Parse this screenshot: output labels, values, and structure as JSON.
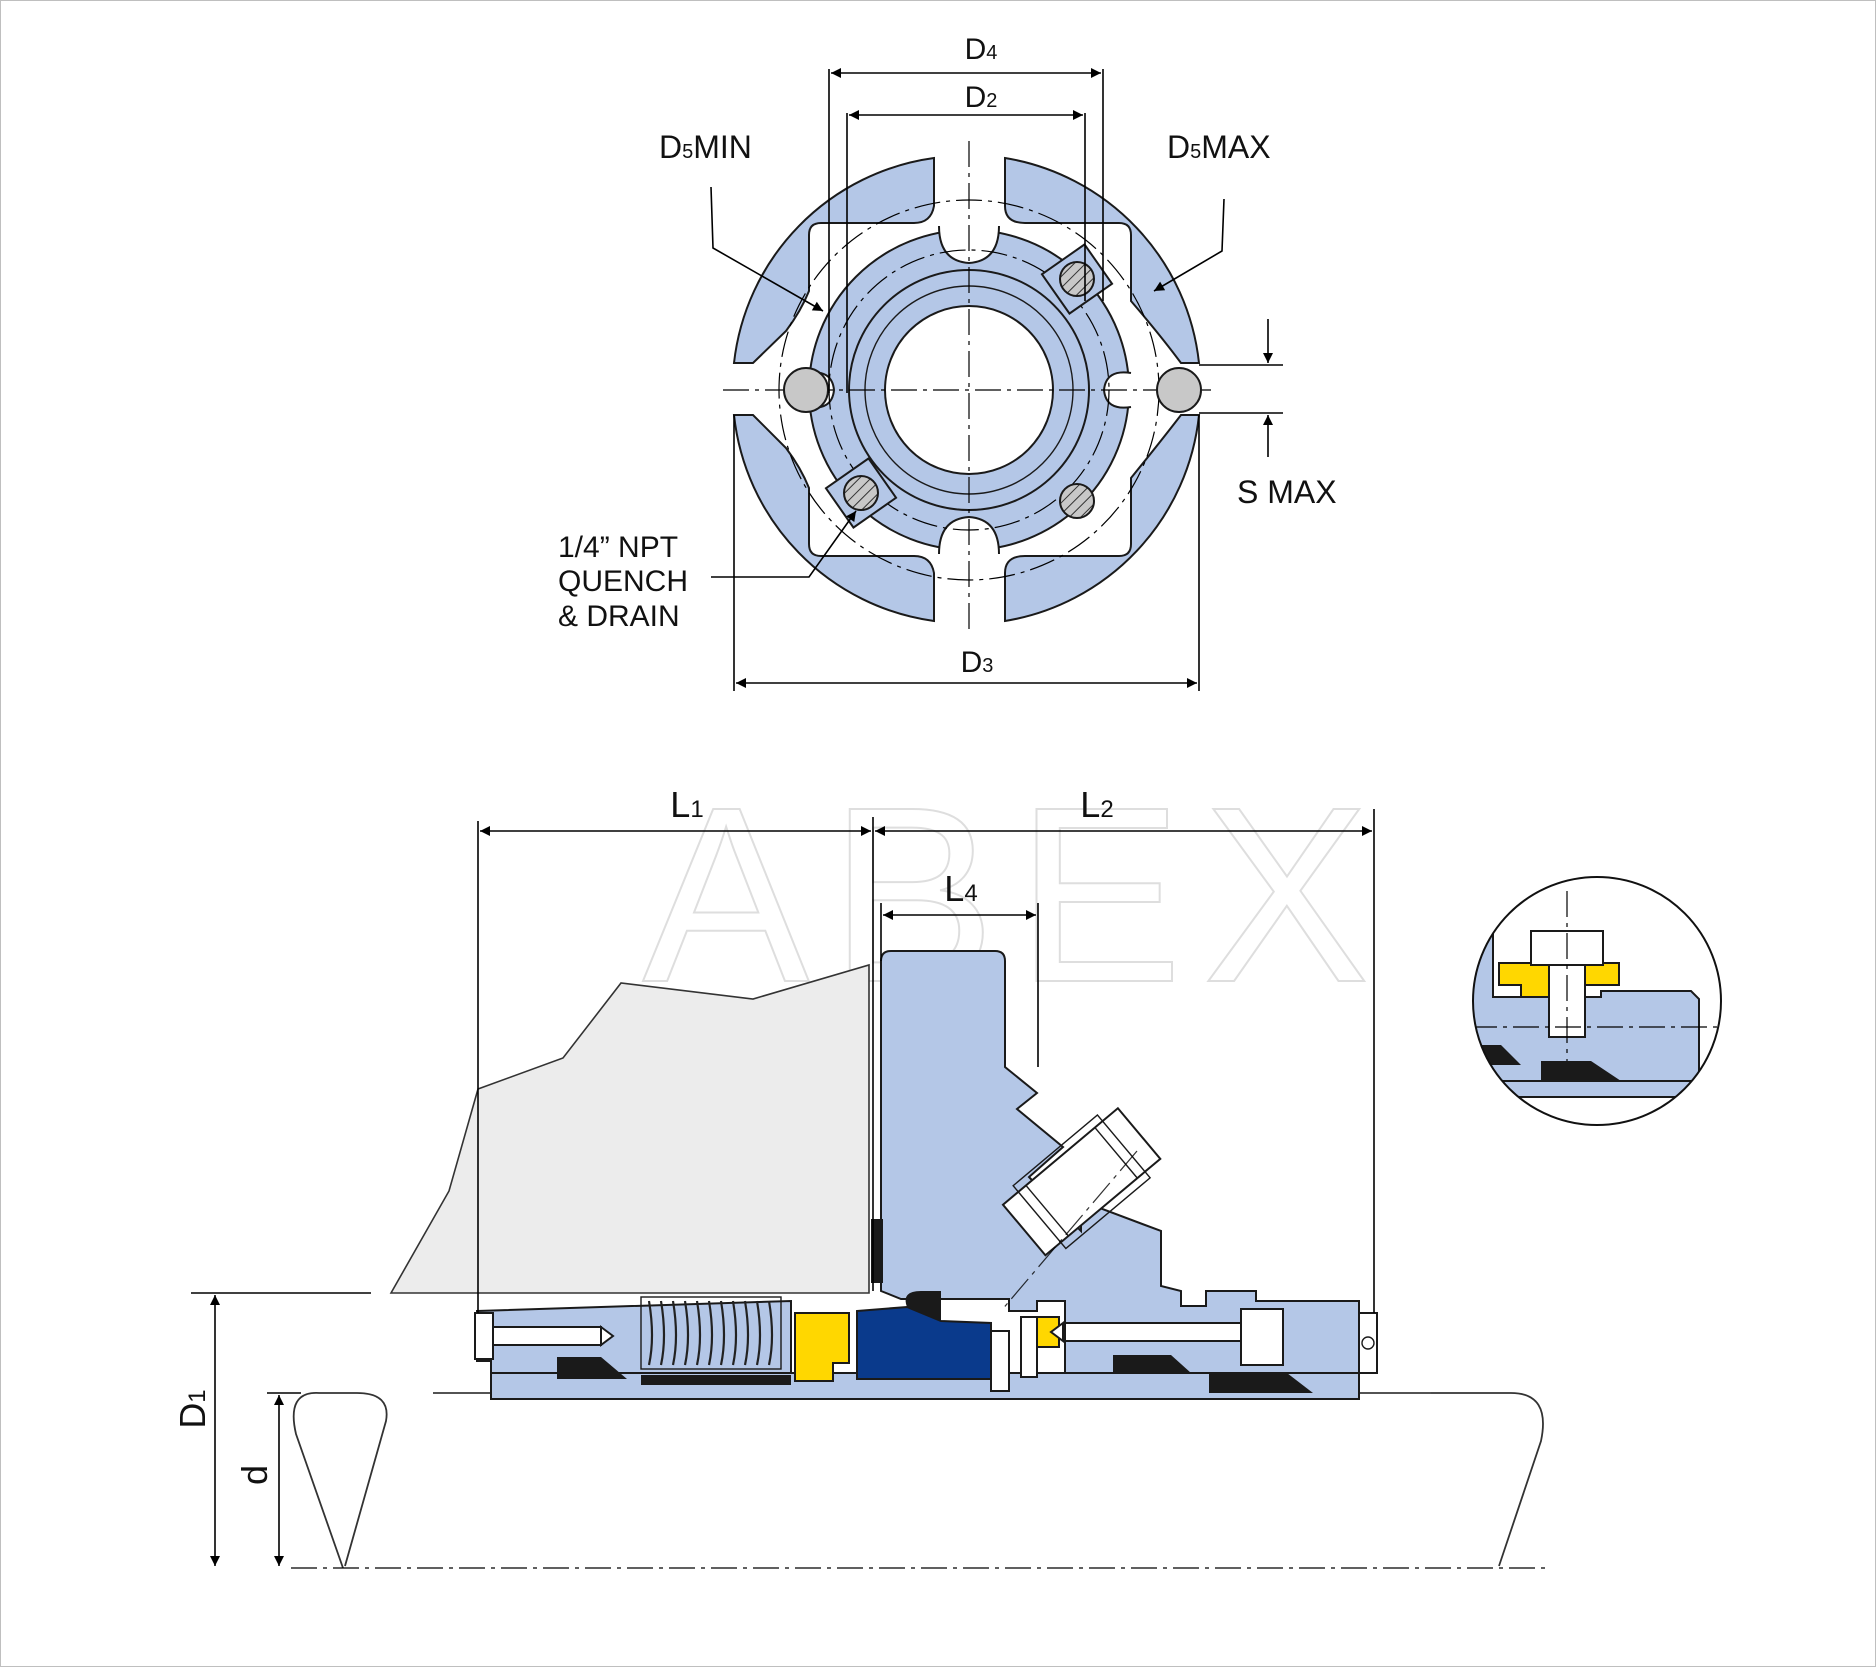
{
  "watermark": "ABEX",
  "labels": {
    "D4": {
      "main": "D",
      "sub": "4"
    },
    "D2": {
      "main": "D",
      "sub": "2"
    },
    "D3": {
      "main": "D",
      "sub": "3"
    },
    "D1": {
      "main": "D",
      "sub": "1"
    },
    "d": "d",
    "L1": {
      "main": "L",
      "sub": "1"
    },
    "L2": {
      "main": "L",
      "sub": "2"
    },
    "L4": {
      "main": "L",
      "sub": "4"
    },
    "D5min": {
      "main": "D",
      "sub": "5",
      "suffix": "MIN"
    },
    "D5max": {
      "main": "D",
      "sub": "5",
      "suffix": "MAX"
    },
    "smax": "S MAX",
    "quench": [
      "1/4” NPT",
      "QUENCH",
      "& DRAIN"
    ]
  },
  "colors": {
    "seal_blue": "#b4c7e7",
    "dark_blue": "#0a3a8c",
    "yellow": "#ffd700",
    "shaft_grey": "#ececec",
    "pin_grey": "#c8c8c8",
    "watermark": "#e6e6e6"
  }
}
